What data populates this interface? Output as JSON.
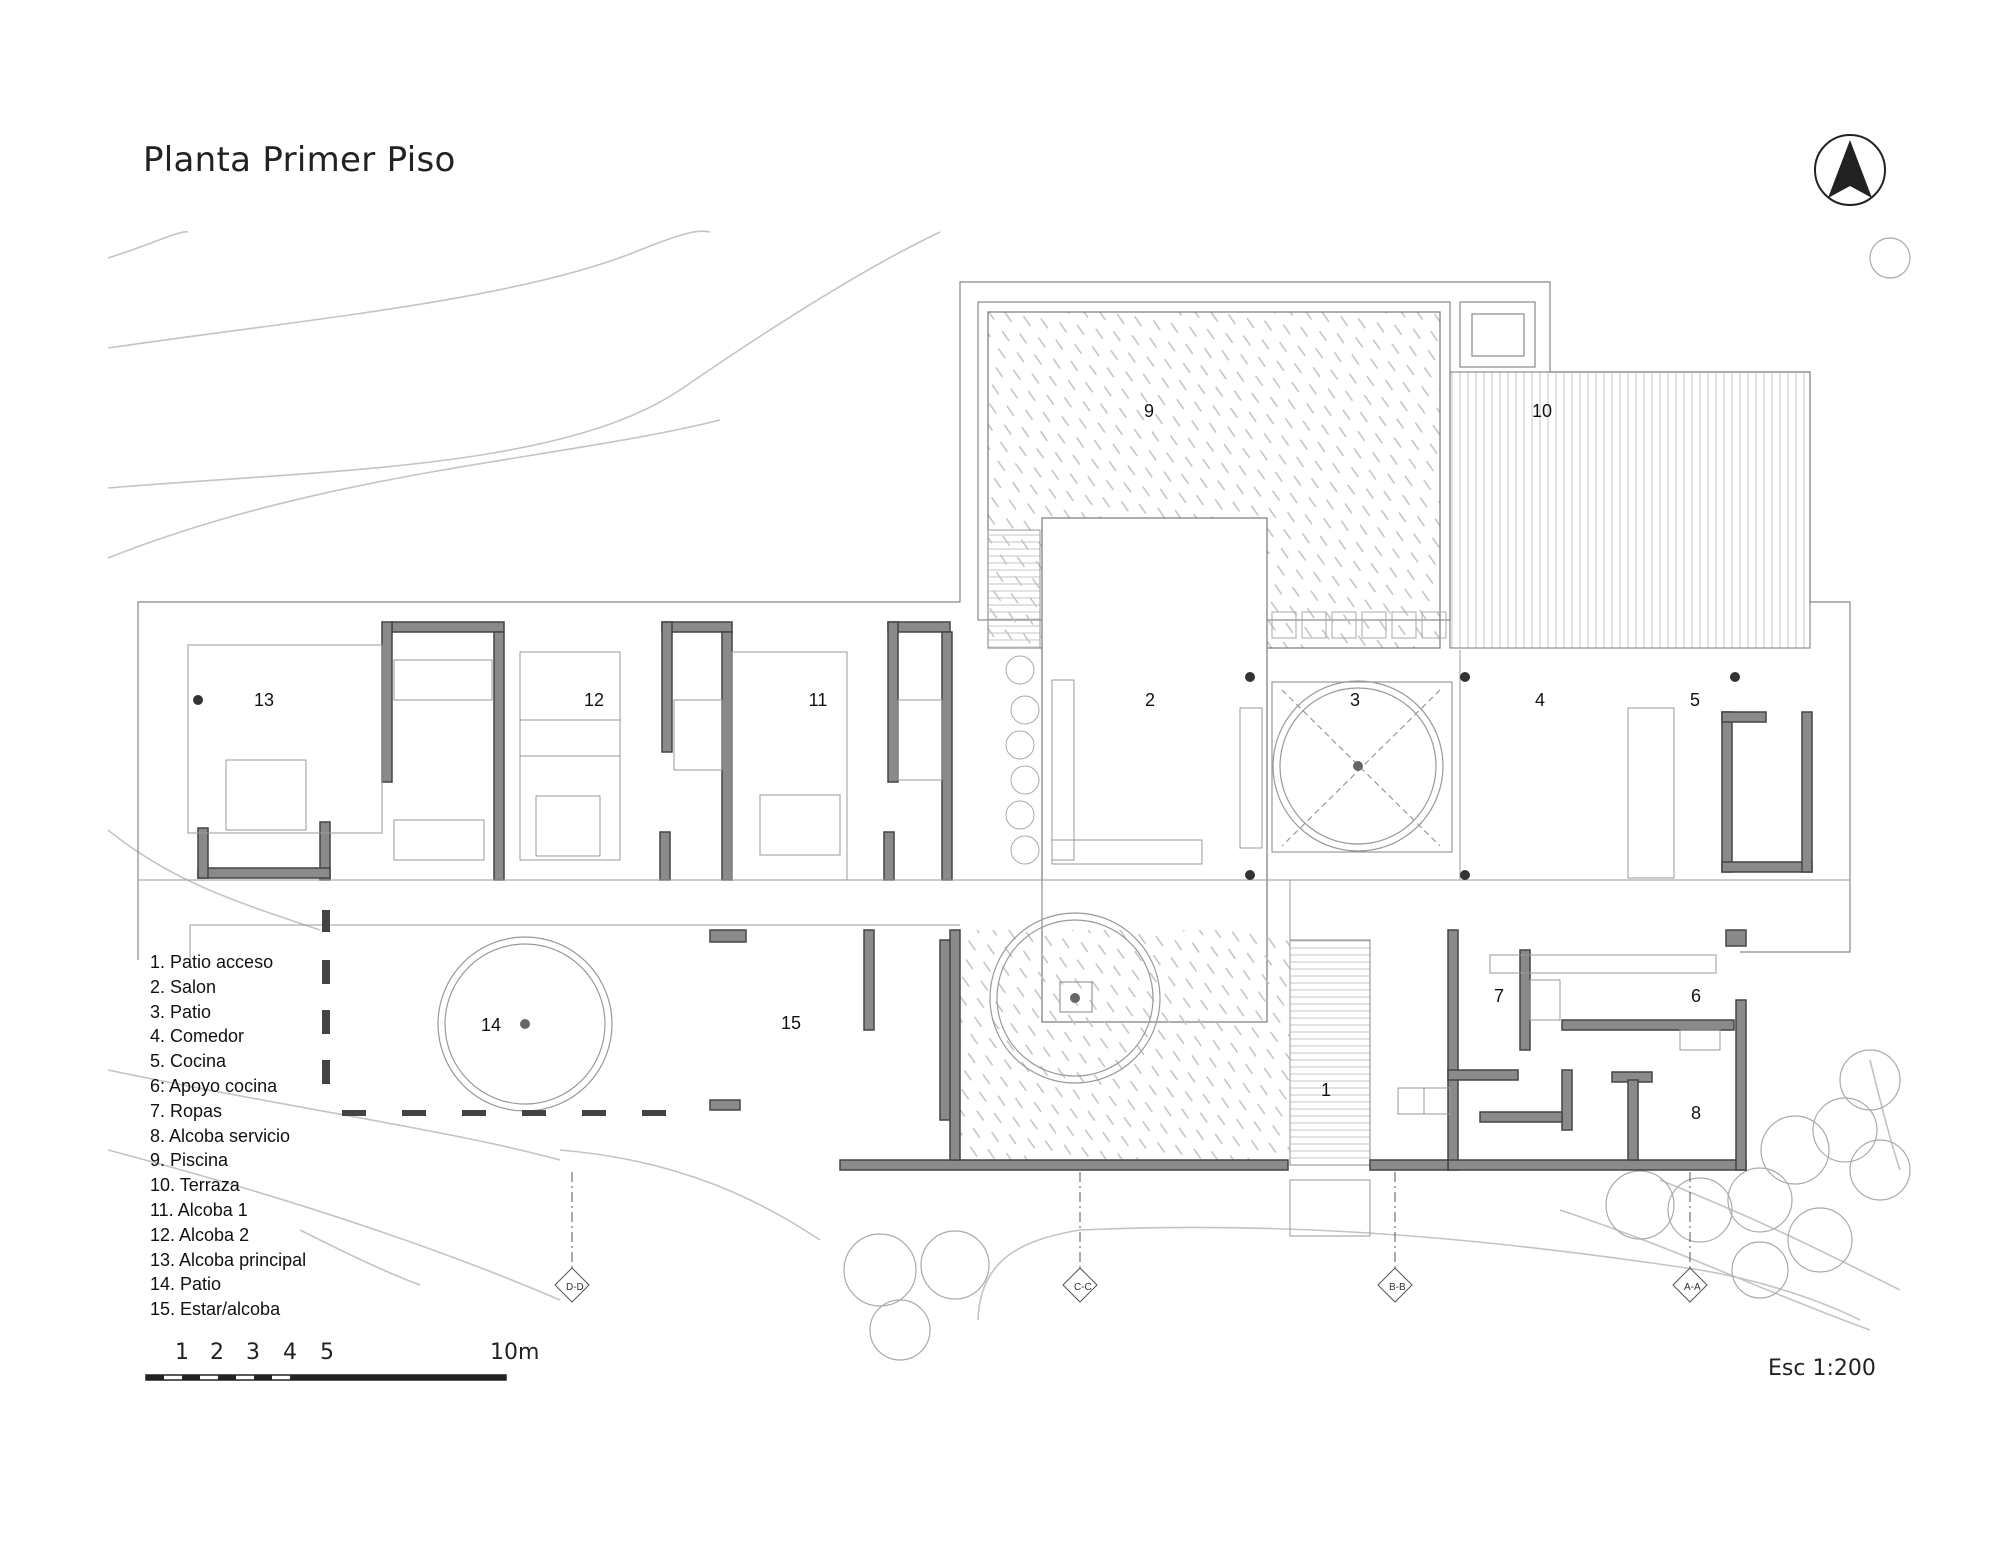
{
  "title": "Planta Primer Piso",
  "scale": "Esc 1:200",
  "scale_bar": {
    "labels": [
      "1",
      "2",
      "3",
      "4",
      "5",
      "10m"
    ]
  },
  "rooms": [
    {
      "num": "1",
      "name": "Patio acceso"
    },
    {
      "num": "2",
      "name": "Salon"
    },
    {
      "num": "3",
      "name": "Patio"
    },
    {
      "num": "4",
      "name": "Comedor"
    },
    {
      "num": "5",
      "name": "Cocina"
    },
    {
      "num": "6",
      "name": "Apoyo cocina"
    },
    {
      "num": "7",
      "name": "Ropas"
    },
    {
      "num": "8",
      "name": "Alcoba servicio"
    },
    {
      "num": "9",
      "name": "Piscina"
    },
    {
      "num": "10",
      "name": "Terraza"
    },
    {
      "num": "11",
      "name": "Alcoba 1"
    },
    {
      "num": "12",
      "name": "Alcoba 2"
    },
    {
      "num": "13",
      "name": "Alcoba principal"
    },
    {
      "num": "14",
      "name": "Patio"
    },
    {
      "num": "15",
      "name": "Estar/alcoba"
    }
  ],
  "legend": [
    "1. Patio acceso",
    "2. Salon",
    "3. Patio",
    "4. Comedor",
    "5. Cocina",
    "6: Apoyo cocina",
    "7. Ropas",
    "8. Alcoba servicio",
    "9. Piscina",
    "10. Terraza",
    "11. Alcoba 1",
    "12. Alcoba 2",
    "13. Alcoba principal",
    "14. Patio",
    "15. Estar/alcoba"
  ],
  "sections": [
    "D-D",
    "C-C",
    "B-B",
    "A-A"
  ],
  "colors": {
    "wall": "#555555",
    "line": "#999999",
    "hatch": "#c8c8c8"
  }
}
